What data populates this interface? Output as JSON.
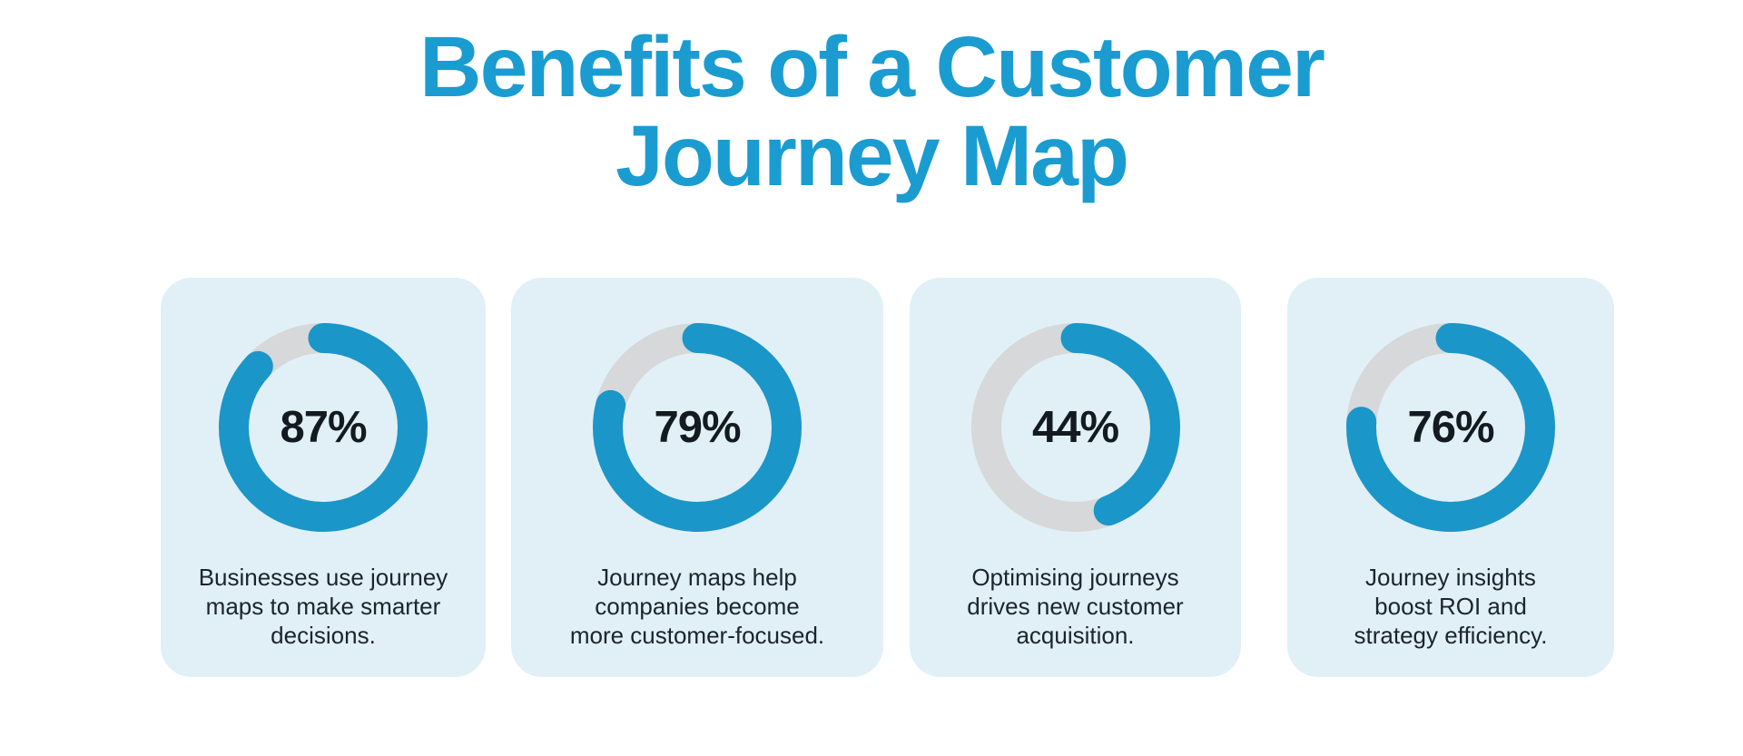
{
  "title": {
    "line1": "Benefits of a Customer",
    "line2": "Journey Map",
    "color": "#1a9cd1"
  },
  "colors": {
    "title_blue": "#1a9cd1",
    "ring_blue": "#1b96c8",
    "ring_track_gray": "#d6d8da",
    "card_background": "#e1f0f6",
    "text_dark": "#1b2430",
    "page_background": "#ffffff"
  },
  "cards": [
    {
      "percent": 87,
      "percent_label": "87%",
      "description": "Businesses use journey maps to make smarter decisions.",
      "lines": [
        "Businesses use journey",
        "maps to make smarter",
        "decisions."
      ]
    },
    {
      "percent": 79,
      "percent_label": "79%",
      "description": "Journey maps help companies become more customer-focused.",
      "lines": [
        "Journey maps help",
        "companies become",
        "more customer-focused."
      ]
    },
    {
      "percent": 44,
      "percent_label": "44%",
      "description": "Optimising journeys drives new customer acquisition.",
      "lines": [
        "Optimising journeys",
        "drives new customer",
        "acquisition."
      ]
    },
    {
      "percent": 76,
      "percent_label": "76%",
      "description": "Journey insights boost ROI and strategy efficiency.",
      "lines": [
        "Journey insights",
        "boost ROI and",
        "strategy efficiency."
      ]
    }
  ],
  "chart_data": {
    "type": "pie",
    "variant": "donut_progress_rings",
    "title": "Benefits of a Customer Journey Map",
    "unit": "%",
    "categories": [
      "Businesses use journey maps to make smarter decisions.",
      "Journey maps help companies become more customer-focused.",
      "Optimising journeys drives new customer acquisition.",
      "Journey insights boost ROI and strategy efficiency."
    ],
    "values": [
      87,
      79,
      44,
      76
    ],
    "labels": [
      "87%",
      "79%",
      "44%",
      "76%"
    ],
    "start_angle_deg": 0,
    "direction": "clockwise",
    "ring_color": "#1b96c8",
    "track_color": "#d6d8da",
    "legend": "none",
    "value_label_position": "center"
  }
}
